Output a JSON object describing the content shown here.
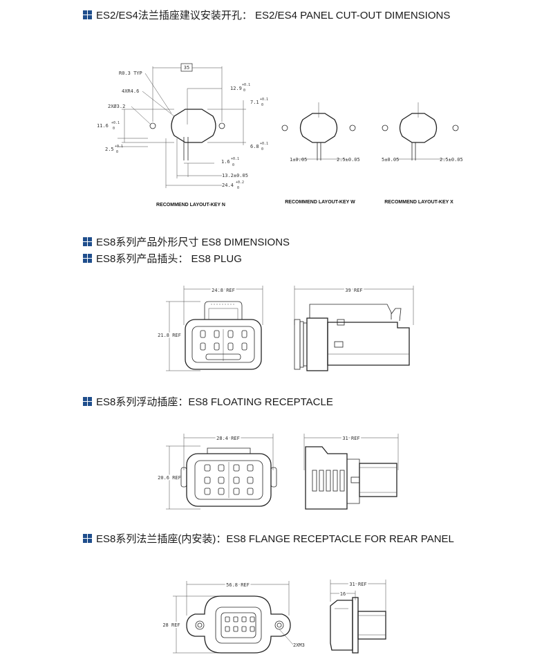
{
  "colors": {
    "accent": "#1f4e8c",
    "line": "#222222"
  },
  "sections": [
    {
      "title": "ES2/ES4法兰插座建议安装开孔：  ES2/ES4 PANEL CUT-OUT DIMENSIONS"
    },
    {
      "title": "ES8系列产品外形尺寸  ES8 DIMENSIONS"
    },
    {
      "title": "ES8系列产品插头：  ES8 PLUG"
    },
    {
      "title": "ES8系列浮动插座：ES8 FLOATING RECEPTACLE"
    },
    {
      "title": "ES8系列法兰插座(内安装)：ES8 FLANGE RECEPTACLE FOR REAR PANEL"
    }
  ],
  "cutout": {
    "key_n": {
      "caption": "RECOMMEND LAYOUT-KEY N",
      "r_typ": "R0.3 TYP",
      "r46": "4XR4.6",
      "hole": "2XØ3.2",
      "dim_35": "35",
      "dim_129": "12.9",
      "dim_71": "7.1",
      "dim_116": "11.6",
      "dim_68": "6.8",
      "dim_25": "2.5",
      "dim_16": "1.6",
      "dim_132": "13.2±0.05",
      "dim_244": "24.4",
      "tol_01": "+0.1",
      "tol_0": "0",
      "tol_02": "+0.2"
    },
    "key_w": {
      "caption": "RECOMMEND LAYOUT-KEY W",
      "dim_a": "1±0.05",
      "dim_b": "2.5±0.05"
    },
    "key_x": {
      "caption": "RECOMMEND LAYOUT-KEY X",
      "dim_a": "5±0.05",
      "dim_b": "2.5±0.05"
    }
  },
  "plug": {
    "width": "24.8 REF",
    "height": "21.8 REF",
    "length": "39 REF"
  },
  "floating": {
    "width": "28.4 REF",
    "height": "20.6 REF",
    "length": "31 REF"
  },
  "flange": {
    "width": "56.8 REF",
    "height": "28 REF",
    "length": "31 REF",
    "depth": "16",
    "screw": "2XM3"
  }
}
